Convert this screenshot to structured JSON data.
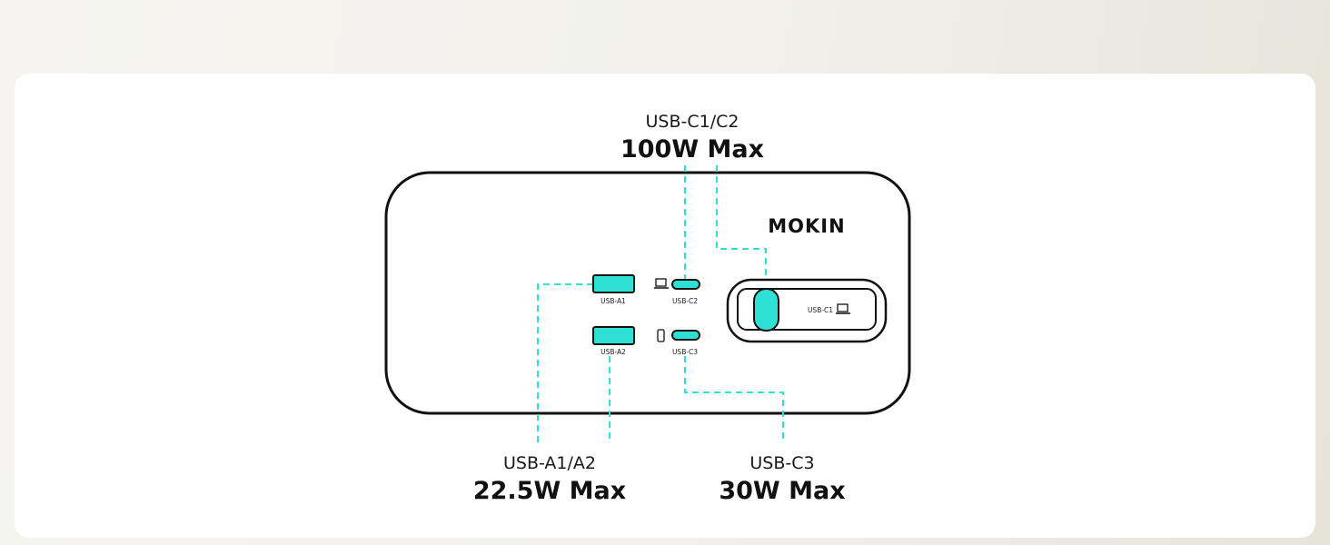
{
  "brand": "MOKIN",
  "colors": {
    "accent": "#2ee0d6",
    "outline": "#111111",
    "card": "#ffffff"
  },
  "callouts": {
    "top": {
      "port_name": "USB-C1/C2",
      "power": "100W Max"
    },
    "bottom_left": {
      "port_name": "USB-A1/A2",
      "power": "22.5W Max"
    },
    "bottom_right": {
      "port_name": "USB-C3",
      "power": "30W Max"
    }
  },
  "ports": {
    "a1": {
      "label": "USB-A1"
    },
    "a2": {
      "label": "USB-A2"
    },
    "c2": {
      "label": "USB-C2",
      "icon": "laptop-icon"
    },
    "c3": {
      "label": "USB-C3",
      "icon": "phone-icon"
    },
    "c1": {
      "label": "USB-C1",
      "icon": "laptop-icon"
    }
  }
}
